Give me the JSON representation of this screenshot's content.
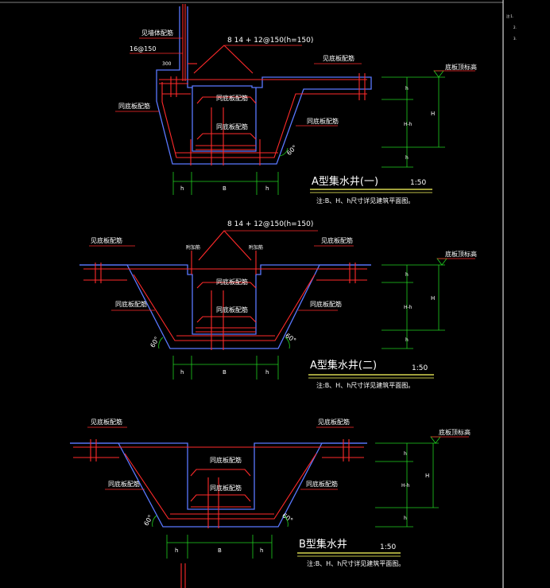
{
  "colors": {
    "background": "#000000",
    "outline": "#5a78ff",
    "rebar": "#ff2a2a",
    "dimension": "#20d020",
    "text": "#ffffff",
    "leader": "#ff2a2a",
    "title_underline": "#ffff60",
    "frame": "#ffffff"
  },
  "side_notes": [
    "注:1.",
    "2.",
    "3."
  ],
  "sections": [
    {
      "title": "A型集水井(一)",
      "scale": "1:50",
      "note": "注:B、H、h尺寸详见建筑平面图。",
      "top_label": "8 14 + 12@150(h=150)",
      "labels": {
        "left_top_a": "见墙体配筋",
        "left_top_b": "16@150",
        "left_mid": "同底板配筋",
        "right_top": "见底板配筋",
        "right_mid": "同底板配筋",
        "center_top": "同底板配筋",
        "center_mid": "同底板配筋",
        "elev": "底板顶标高",
        "small_300": "300",
        "angle": "60°"
      },
      "dims": {
        "h": "h",
        "B": "B",
        "H": "H",
        "Hh": "H-h"
      }
    },
    {
      "title": "A型集水井(二)",
      "scale": "1:50",
      "note": "注:B、H、h尺寸详见建筑平面图。",
      "top_label": "8 14 + 12@150(h=150)",
      "labels": {
        "left_top": "见底板配筋",
        "left_mid": "同底板配筋",
        "right_top": "见底板配筋",
        "right_mid": "同底板配筋",
        "center_top": "同底板配筋",
        "center_mid": "同底板配筋",
        "elev": "底板顶标高",
        "small_l": "附加筋",
        "small_r": "附加筋",
        "angle": "60°"
      },
      "dims": {
        "h": "h",
        "B": "B",
        "H": "H",
        "Hh": "H-h"
      }
    },
    {
      "title": "B型集水井",
      "scale": "1:50",
      "note": "注:B、H、h尺寸详见建筑平面图。",
      "labels": {
        "left_top": "见底板配筋",
        "left_mid": "同底板配筋",
        "right_top": "见底板配筋",
        "right_mid": "同底板配筋",
        "center_top": "同底板配筋",
        "center_mid": "同底板配筋",
        "elev": "底板顶标高",
        "angle": "60°"
      },
      "dims": {
        "h": "h",
        "B": "B",
        "H": "H",
        "Hh": "H-h"
      }
    }
  ]
}
